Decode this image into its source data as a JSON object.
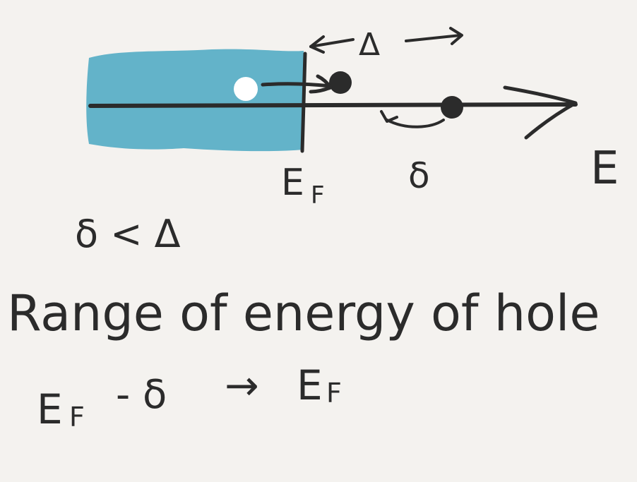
{
  "colors": {
    "background": "#f4f2ef",
    "filled_states": "#63b3c9",
    "ink": "#2b2b2b",
    "hole": "#ffffff"
  },
  "labels": {
    "energy_axis": "E",
    "fermi_E": "E",
    "fermi_sub": "F",
    "gap_symbol": "Δ",
    "detuning_symbol": "δ"
  },
  "notes": {
    "condition": "δ < Δ",
    "statement": "Range of energy of hole",
    "range_start_E": "E",
    "range_start_sub": "F",
    "range_minus": "- δ",
    "range_arrow": "→",
    "range_end_E": "E",
    "range_end_sub": "F"
  }
}
